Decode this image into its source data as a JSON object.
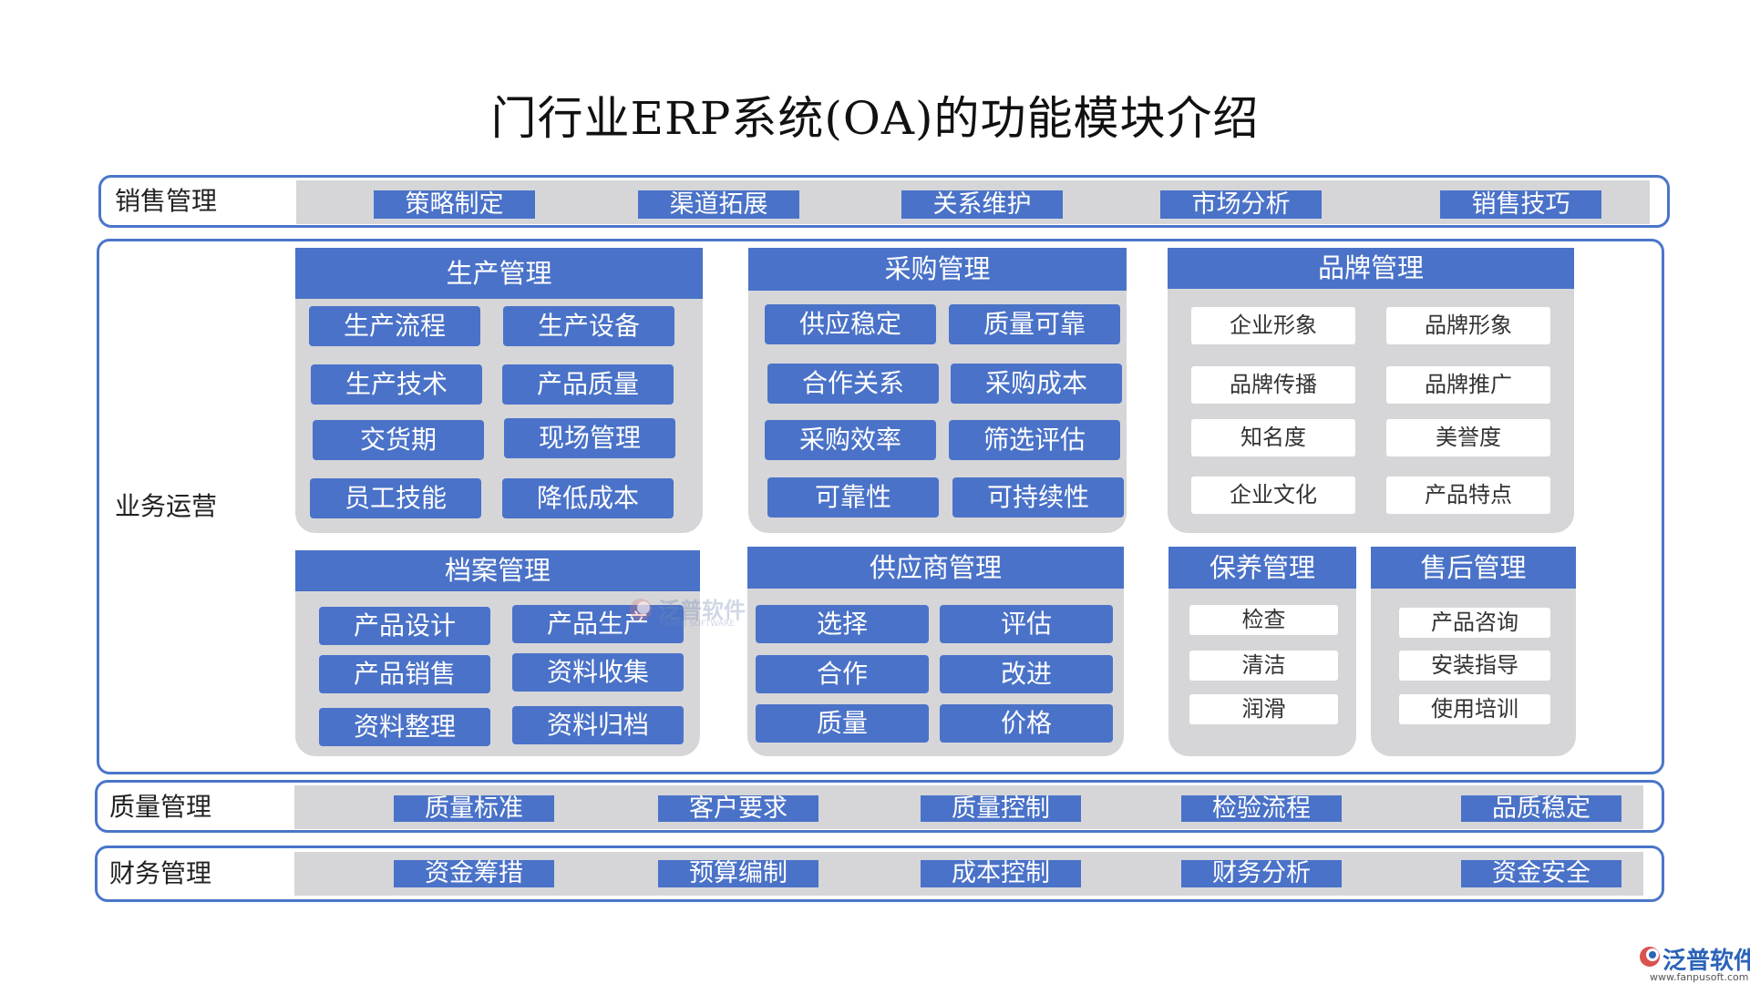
{
  "title": "门行业ERP系统(OA)的功能模块介绍",
  "rows": {
    "sales": {
      "label": "销售管理",
      "items": [
        "策略制定",
        "渠道拓展",
        "关系维护",
        "市场分析",
        "销售技巧"
      ]
    },
    "business": {
      "label": "业务运营"
    },
    "quality": {
      "label": "质量管理",
      "items": [
        "质量标准",
        "客户要求",
        "质量控制",
        "检验流程",
        "品质稳定"
      ]
    },
    "finance": {
      "label": "财务管理",
      "items": [
        "资金筹措",
        "预算编制",
        "成本控制",
        "财务分析",
        "资金安全"
      ]
    }
  },
  "panels": {
    "production": {
      "title": "生产管理",
      "items": [
        "生产流程",
        "生产设备",
        "生产技术",
        "产品质量",
        "交货期",
        "现场管理",
        "员工技能",
        "降低成本"
      ]
    },
    "purchase": {
      "title": "采购管理",
      "items": [
        "供应稳定",
        "质量可靠",
        "合作关系",
        "采购成本",
        "采购效率",
        "筛选评估",
        "可靠性",
        "可持续性"
      ]
    },
    "brand": {
      "title": "品牌管理",
      "items": [
        "企业形象",
        "品牌形象",
        "品牌传播",
        "品牌推广",
        "知名度",
        "美誉度",
        "企业文化",
        "产品特点"
      ]
    },
    "archive": {
      "title": "档案管理",
      "items": [
        "产品设计",
        "产品生产",
        "产品销售",
        "资料收集",
        "资料整理",
        "资料归档"
      ]
    },
    "supplier": {
      "title": "供应商管理",
      "items": [
        "选择",
        "评估",
        "合作",
        "改进",
        "质量",
        "价格"
      ]
    },
    "maintenance": {
      "title": "保养管理",
      "items": [
        "检查",
        "清洁",
        "润滑"
      ]
    },
    "aftersales": {
      "title": "售后管理",
      "items": [
        "产品咨询",
        "安装指导",
        "使用培训"
      ]
    }
  },
  "watermark": {
    "text": "泛普软件",
    "sub": "FANPU SOFTWARE"
  },
  "logo": {
    "text": "泛普软件",
    "url": "www.fanpusoft.com"
  },
  "colors": {
    "accent": "#4a72c8",
    "border": "#4a76c9",
    "panel": "#d6d6d9"
  }
}
